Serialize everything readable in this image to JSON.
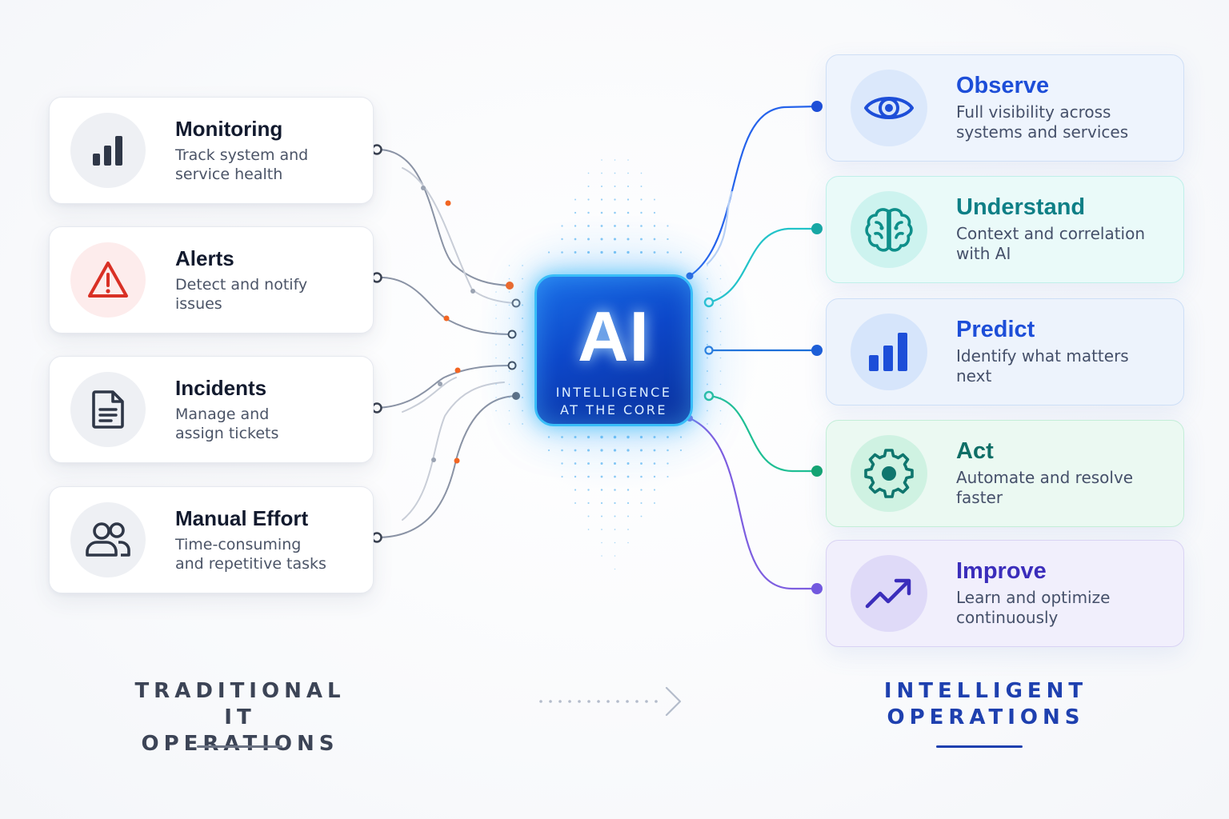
{
  "colors": {
    "accent_blue": "#1e40af",
    "ai_chip": "#0d47c9",
    "ai_glow": "#38bdf8",
    "left_connector": "#7b8496",
    "orange_dot": "#f26522",
    "observe": "#1d4ed8",
    "understand": "#0e8f8a",
    "predict": "#1d4ed8",
    "act": "#0f766e",
    "improve": "#3b2dbb"
  },
  "traditional": {
    "items": [
      {
        "title": "Monitoring",
        "description": "Track system and\nservice health",
        "icon": "bar-chart-icon",
        "icon_color": "#2f3747"
      },
      {
        "title": "Alerts",
        "description": "Detect and notify\nissues",
        "icon": "warning-icon",
        "icon_color": "#d93025"
      },
      {
        "title": "Incidents",
        "description": "Manage and\nassign tickets",
        "icon": "document-icon",
        "icon_color": "#2f3747"
      },
      {
        "title": "Manual Effort",
        "description": "Time-consuming\nand repetitive tasks",
        "icon": "users-icon",
        "icon_color": "#2f3747"
      }
    ],
    "label": "TRADITIONAL\nIT OPERATIONS"
  },
  "ai_core": {
    "label": "AI",
    "subtitle": "INTELLIGENCE\nAT THE CORE"
  },
  "intelligent": {
    "items": [
      {
        "title": "Observe",
        "description": "Full visibility across\nsystems and services",
        "icon": "eye-icon",
        "title_color": "#1d4ed8",
        "bg": "#eef4fd",
        "circle_bg": "#dbe8fb"
      },
      {
        "title": "Understand",
        "description": "Context and correlation\nwith AI",
        "icon": "brain-icon",
        "title_color": "#0e7f86",
        "bg": "#eafaf9",
        "circle_bg": "#cdf3ef"
      },
      {
        "title": "Predict",
        "description": "Identify what matters\nnext",
        "icon": "bar-chart-up-icon",
        "title_color": "#1d4ed8",
        "bg": "#edf3fc",
        "circle_bg": "#d6e5fb"
      },
      {
        "title": "Act",
        "description": "Automate and resolve\nfaster",
        "icon": "gear-icon",
        "title_color": "#0f6e66",
        "bg": "#ebf9f2",
        "circle_bg": "#cff2e2"
      },
      {
        "title": "Improve",
        "description": "Learn and optimize\ncontinuously",
        "icon": "trend-up-icon",
        "title_color": "#3b2dbb",
        "bg": "#f1effc",
        "circle_bg": "#dfdaf8"
      }
    ],
    "label": "INTELLIGENT\nOPERATIONS"
  }
}
